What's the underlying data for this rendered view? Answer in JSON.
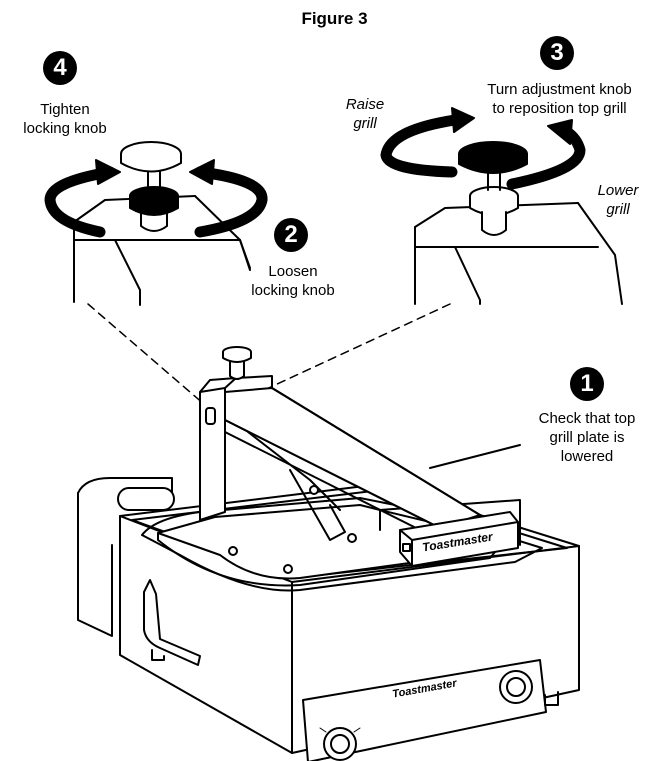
{
  "figure_title": "Figure 3",
  "steps": {
    "step1": {
      "number": "1",
      "text_lines": [
        "Check that top",
        "grill plate is",
        "lowered"
      ]
    },
    "step2": {
      "number": "2",
      "text_lines": [
        "Loosen",
        "locking knob"
      ]
    },
    "step3": {
      "number": "3",
      "text_lines": [
        "Turn adjustment knob",
        "to reposition top grill"
      ]
    },
    "step4": {
      "number": "4",
      "text_lines": [
        "Tighten",
        "locking knob"
      ]
    }
  },
  "direction_labels": {
    "raise": [
      "Raise",
      "grill"
    ],
    "lower": [
      "Lower",
      "grill"
    ]
  },
  "brand": {
    "top_plate": "Toastmaster",
    "front_panel": "Toastmaster"
  }
}
